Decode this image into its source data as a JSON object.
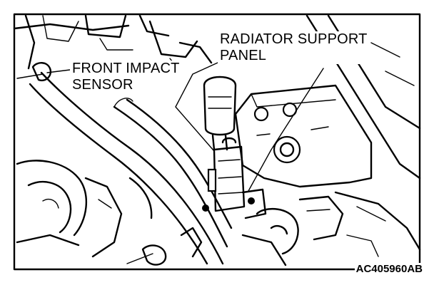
{
  "labels": {
    "radiator_line1": "RADIATOR SUPPORT",
    "radiator_line2": "PANEL",
    "sensor_line1": "FRONT IMPACT",
    "sensor_line2": "SENSOR"
  },
  "figure_code": "AC405960AB"
}
